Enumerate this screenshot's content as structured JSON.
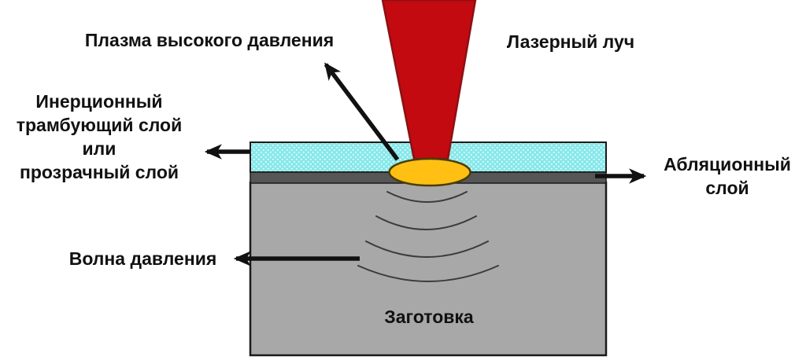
{
  "labels": {
    "plasma": "Плазма высокого давления",
    "laser_beam": "Лазерный луч",
    "tamping_layer": {
      "lines": [
        "Инерционный",
        "трамбующий слой",
        "или",
        "прозрачный слой"
      ]
    },
    "ablative_layer": {
      "lines": [
        "Абляционный",
        "слой"
      ]
    },
    "pressure_wave": "Волна давления",
    "workpiece": "Заготовка"
  },
  "colors": {
    "background": "#ffffff",
    "text": "#111111",
    "laser_beam_fill": "#c20a10",
    "laser_beam_outline": "#8b1113",
    "transparent_layer_fill": "#86e8ea",
    "layer_outline": "#1b1b1b",
    "ablative_layer_fill": "#565656",
    "workpiece_fill": "#a8a8a8",
    "plasma_fill": "#ffc013",
    "plasma_outline": "#4a3d08",
    "arrow": "#111111",
    "wave_line": "#3b3b3b"
  }
}
